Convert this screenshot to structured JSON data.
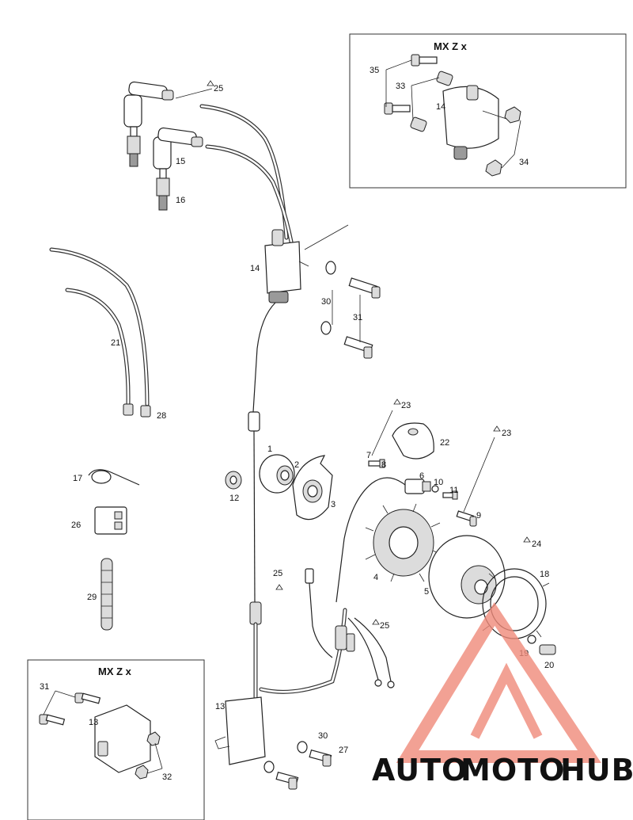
{
  "insets": {
    "top_right_title": "MX Z x",
    "bottom_left_title": "MX Z x"
  },
  "callouts": {
    "n1": "1",
    "n2": "2",
    "n3": "3",
    "n4": "4",
    "n5": "5",
    "n6": "6",
    "n7": "7",
    "n8": "8",
    "n9": "9",
    "n10": "10",
    "n11": "11",
    "n12": "12",
    "n13_main": "13",
    "n13_inset": "13",
    "n14_main": "14",
    "n14_inset": "14",
    "n15": "15",
    "n16": "16",
    "n17": "17",
    "n18": "18",
    "n19": "19",
    "n20": "20",
    "n21": "21",
    "n22": "22",
    "n23_a": "23",
    "n23_b": "23",
    "n24": "24",
    "n25_a": "25",
    "n25_b": "25",
    "n25_c": "25",
    "n26": "26",
    "n27": "27",
    "n28": "28",
    "n29": "29",
    "n30_a": "30",
    "n30_b": "30",
    "n31_a": "31",
    "n31_b": "31",
    "n32": "32",
    "n33": "33",
    "n34": "34",
    "n35": "35"
  },
  "watermark": {
    "part1": "AUTO",
    "part2": "MOTO",
    "part3": "HUB",
    "color_light": "#f4c06a",
    "color_mid": "#f08a7a",
    "color_dark": "#9a9a9a"
  }
}
